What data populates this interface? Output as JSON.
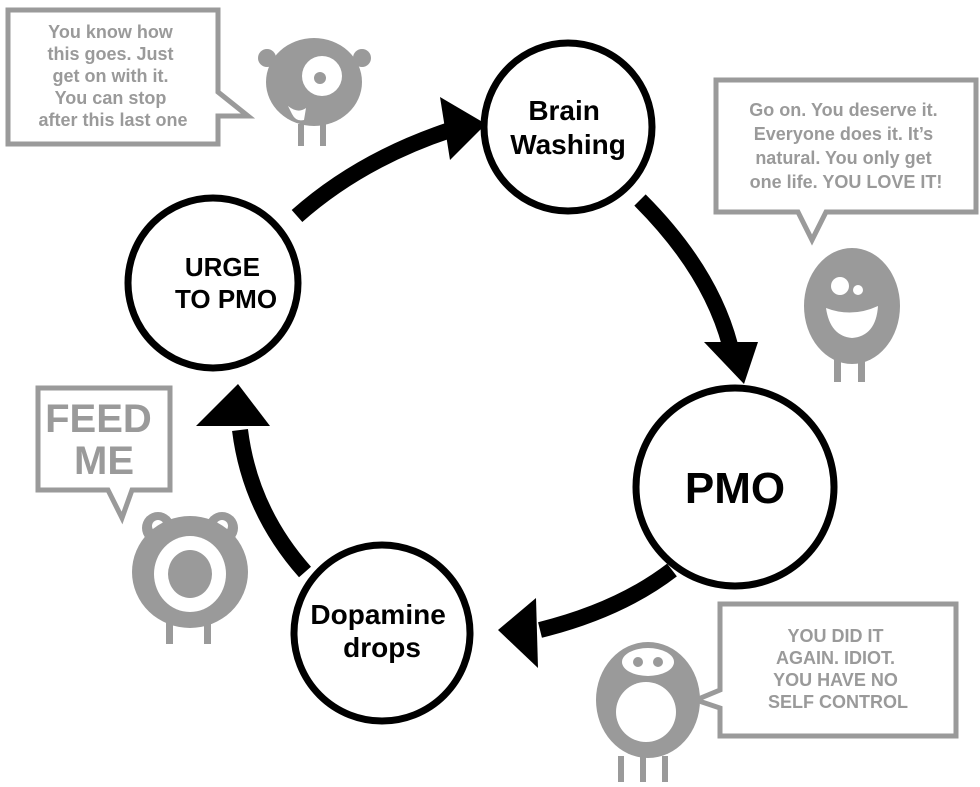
{
  "colors": {
    "ink": "#000000",
    "monster_gray": "#9a9a9a",
    "background": "#ffffff"
  },
  "cycle": {
    "nodes": [
      {
        "id": "brain-washing",
        "lines": [
          "Brain",
          "Washing"
        ]
      },
      {
        "id": "pmo",
        "lines": [
          "PMO"
        ]
      },
      {
        "id": "dopamine-drops",
        "lines": [
          "Dopamine",
          "drops"
        ]
      },
      {
        "id": "urge-to-pmo",
        "lines": [
          "URGE",
          "TO PMO"
        ]
      }
    ],
    "flow": [
      "urge-to-pmo → brain-washing",
      "brain-washing → pmo",
      "pmo → dopamine-drops",
      "dopamine-drops → urge-to-pmo"
    ]
  },
  "speech_bubbles": {
    "top_left": [
      "You know how",
      "this goes. Just",
      "get on with it.",
      "You can stop",
      "after this last one"
    ],
    "top_right": [
      "Go on. You deserve it.",
      "Everyone does it. It’s",
      "natural. You only get",
      "one life. YOU LOVE IT!"
    ],
    "left": [
      "FEED",
      "ME"
    ],
    "bottom_right": [
      "YOU DID IT",
      "AGAIN. IDIOT.",
      "YOU HAVE NO",
      "SELF CONTROL"
    ]
  },
  "monsters": [
    "one-eyed-monster",
    "grinning-monster",
    "hungry-monster",
    "goofy-monster"
  ]
}
